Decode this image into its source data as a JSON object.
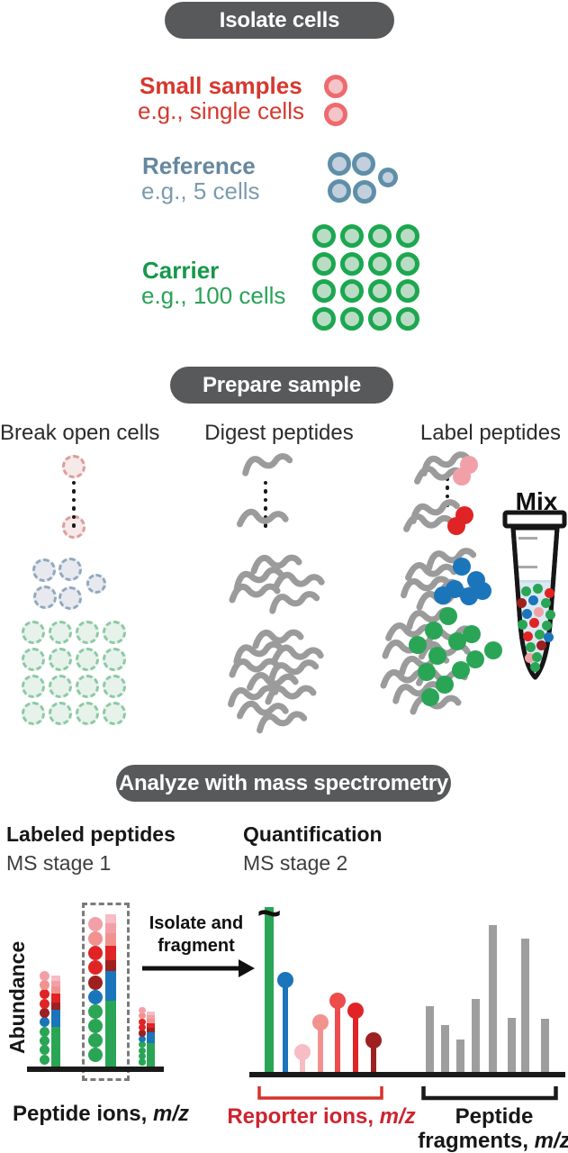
{
  "palette": {
    "pill_bg": "#58595b",
    "pill_text": "#ffffff",
    "small_samples_red": "#d6382e",
    "reference_blue": "#64889f",
    "reference_blue_light": "#7b9cae",
    "carrier_green": "#16984a",
    "carrier_green_light": "#2aa258",
    "cell_red_ring": "#ee6a6e",
    "cell_red_fill": "#f3c5c8",
    "cell_blue_ring": "#5f8fa8",
    "cell_blue_fill": "#c3cfdd",
    "cell_green_ring": "#1ca750",
    "cell_green_fill": "#badcc5",
    "broken_red_ring": "#df9b9b",
    "broken_red_fill": "#f5e9e9",
    "broken_blue_ring": "#8fa9bd",
    "broken_blue_fill": "#e8e9ef",
    "broken_green_ring": "#8cc9a4",
    "broken_green_fill": "#e7f2eb",
    "green": "#2aa556",
    "blue": "#1b75bb",
    "dark_red": "#9e2021",
    "red": "#e02425",
    "bright_red": "#ee4b4b",
    "salmon": "#f2928f",
    "pink": "#f2a0a8",
    "light_pink": "#f7bcc4",
    "peptide_gray": "#9b9b9b",
    "fragment_gray": "#9e9e9e",
    "reporter_label_red": "#cf2330",
    "tube_liquid": "#dbe9f2",
    "ink": "#1a1a1a"
  },
  "sections": {
    "isolate": {
      "title": "Isolate cells",
      "groups": [
        {
          "name": "Small samples",
          "subtitle": "e.g., single cells",
          "cell_count": 2
        },
        {
          "name": "Reference",
          "subtitle": "e.g., 5 cells",
          "cell_count": 5
        },
        {
          "name": "Carrier",
          "subtitle": "e.g., 100 cells",
          "cell_count": 16
        }
      ]
    },
    "prepare": {
      "title": "Prepare sample",
      "steps": [
        "Break open cells",
        "Digest peptides",
        "Label peptides"
      ],
      "mix_label": "Mix"
    },
    "analyze": {
      "title": "Analyze with mass spectrometry",
      "ms1_title": "Labeled peptides",
      "ms1_subtitle": "MS stage 1",
      "ms2_title": "Quantification",
      "ms2_subtitle": "MS stage 2",
      "y_axis_label": "Abundance",
      "arrow_line1": "Isolate and",
      "arrow_line2": "fragment",
      "clip_symbol": "~",
      "xlabel_ms1_prefix": "Peptide ions, ",
      "xlabel_reporter_prefix": "Reporter ions, ",
      "xlabel_fragments_line1": "Peptide",
      "xlabel_fragments_prefix": "fragments, ",
      "mz": "m/z"
    }
  },
  "chart_data": [
    {
      "type": "bar",
      "title": "MS stage 1 - labeled peptide ions",
      "xlabel": "Peptide ions, m/z",
      "ylabel": "Abundance",
      "peaks": [
        {
          "rel_height": 0.6,
          "selected": false
        },
        {
          "rel_height": 1.0,
          "selected": true
        },
        {
          "rel_height": 0.36,
          "selected": false
        }
      ],
      "stack_bottom_to_top": [
        {
          "color": "green",
          "fraction": 0.43
        },
        {
          "color": "blue",
          "fraction": 0.195
        },
        {
          "color": "dark_red",
          "fraction": 0.075
        },
        {
          "color": "red",
          "fraction": 0.095
        },
        {
          "color": "salmon",
          "fraction": 0.08
        },
        {
          "color": "pink",
          "fraction": 0.065
        },
        {
          "color": "light_pink",
          "fraction": 0.06
        }
      ],
      "dot_colors_bottom_to_top": [
        "green",
        "green",
        "green",
        "green",
        "blue",
        "dark_red",
        "red",
        "red",
        "salmon",
        "pink"
      ]
    },
    {
      "type": "lollipop",
      "title": "MS stage 2 - reporter ions",
      "xlabel": "Reporter ions, m/z",
      "points": [
        {
          "color": "green",
          "rel_height": 1.0,
          "clipped": true
        },
        {
          "color": "blue",
          "rel_height": 0.56,
          "clipped": false
        },
        {
          "color": "light_pink",
          "rel_height": 0.12,
          "clipped": false
        },
        {
          "color": "salmon",
          "rel_height": 0.3,
          "clipped": false
        },
        {
          "color": "bright_red",
          "rel_height": 0.43,
          "clipped": false
        },
        {
          "color": "red",
          "rel_height": 0.37,
          "clipped": false
        },
        {
          "color": "dark_red",
          "rel_height": 0.19,
          "clipped": false
        }
      ]
    },
    {
      "type": "bar",
      "title": "MS stage 2 - peptide fragments",
      "xlabel": "Peptide fragments, m/z",
      "values_rel": [
        0.45,
        0.32,
        0.22,
        0.5,
        1.0,
        0.37,
        0.91,
        0.36
      ],
      "color": "fragment_gray"
    }
  ]
}
